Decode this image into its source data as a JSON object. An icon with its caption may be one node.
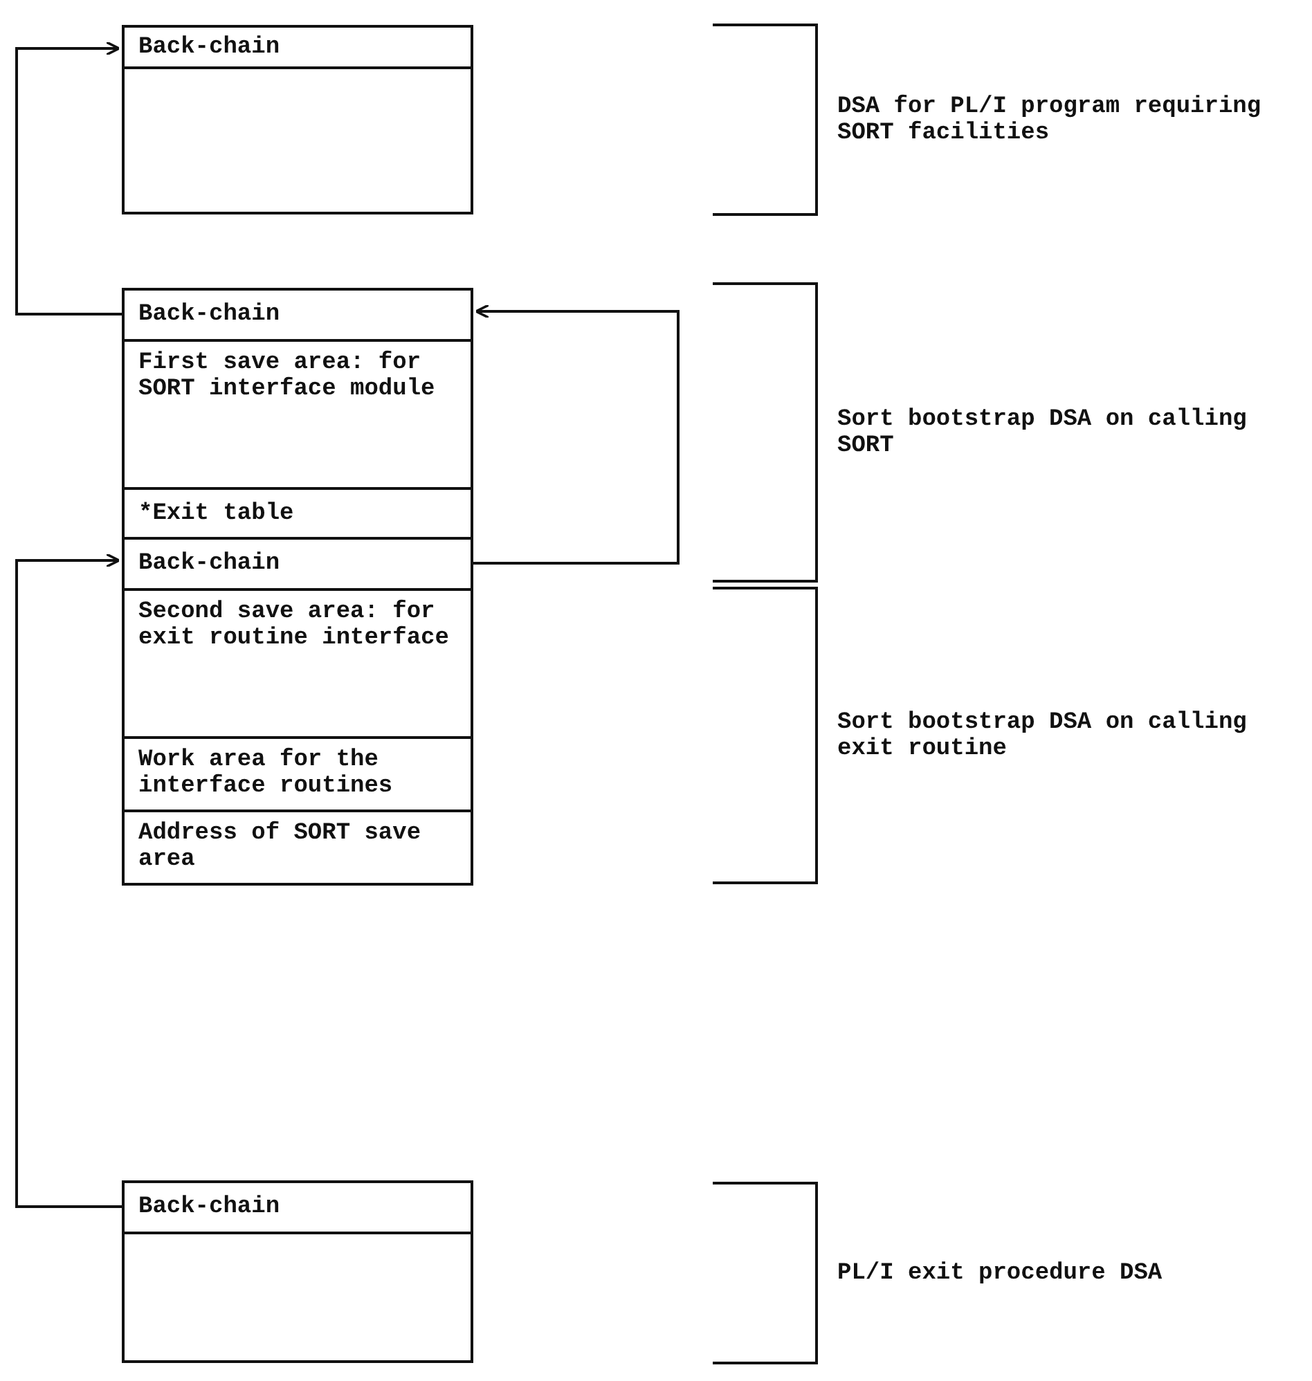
{
  "diagram": {
    "nodes": [
      {
        "text": [
          "Back-chain"
        ]
      },
      {
        "text": [],
        "shape": "box"
      },
      {
        "text": [
          "Back-chain"
        ]
      },
      {
        "text": [
          "First save area: for SORT interface module"
        ]
      },
      {
        "text": [
          "*Exit table"
        ]
      },
      {
        "text": [
          "Back-chain"
        ]
      },
      {
        "text": [
          "Second save area: for exit routine interface"
        ]
      },
      {
        "text": [
          "Work area for the interface routines"
        ]
      },
      {
        "text": [
          "Address of SORT save area"
        ]
      },
      {
        "text": [
          "Back-chain"
        ]
      },
      {
        "text": [],
        "shape": "box"
      }
    ],
    "edges": [
      {
        "from": 2,
        "to": 0,
        "arrow": "to"
      },
      {
        "from": 5,
        "to": 2,
        "arrow": "to"
      },
      {
        "from": 9,
        "to": 5,
        "arrow": "to"
      }
    ],
    "labels": [
      "DSA for PL/I program requiring SORT facilities",
      "Sort bootstrap DSA on calling SORT",
      "Sort bootstrap DSA on calling exit routine",
      "PL/I exit procedure DSA"
    ]
  }
}
